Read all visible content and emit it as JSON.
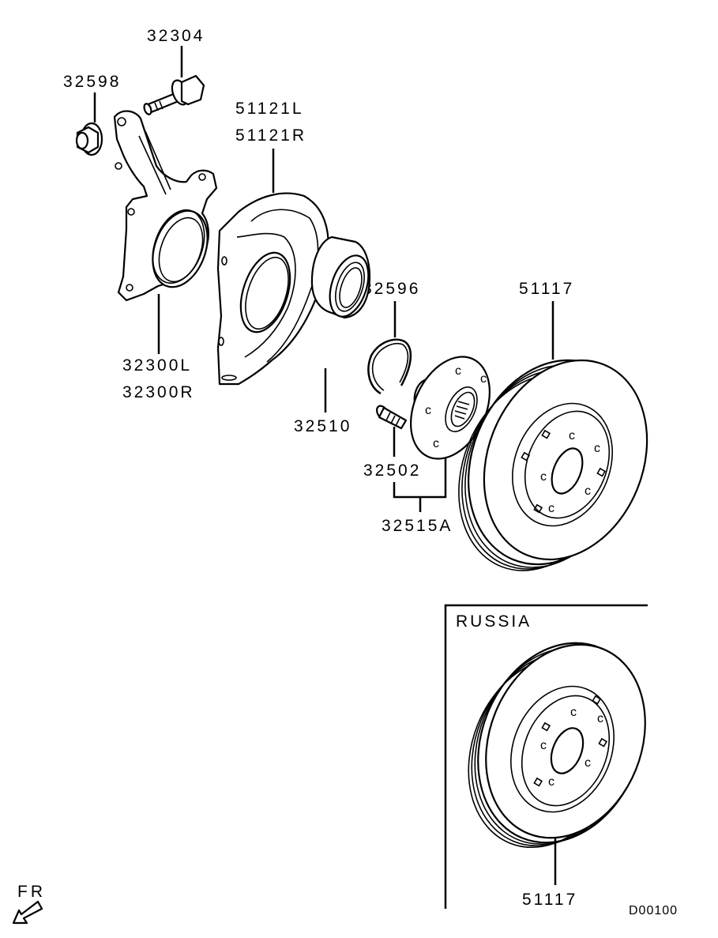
{
  "diagram": {
    "title_code": "D00100",
    "orientation_label": "FR",
    "inset_label": "RUSSIA",
    "parts": [
      {
        "id": "bolt",
        "codes": [
          "32304"
        ]
      },
      {
        "id": "nut",
        "codes": [
          "32598"
        ]
      },
      {
        "id": "dust-shield",
        "codes": [
          "51121L",
          "51121R"
        ]
      },
      {
        "id": "knuckle",
        "codes": [
          "32300L",
          "32300R"
        ]
      },
      {
        "id": "snap-ring",
        "codes": [
          "32596"
        ]
      },
      {
        "id": "brake-disc",
        "codes": [
          "51117"
        ]
      },
      {
        "id": "wheel-bearing",
        "codes": [
          "32510"
        ]
      },
      {
        "id": "hub-bolt",
        "codes": [
          "32502"
        ]
      },
      {
        "id": "hub-assembly",
        "codes": [
          "32515A"
        ]
      },
      {
        "id": "brake-disc-russia",
        "codes": [
          "51117"
        ]
      }
    ]
  }
}
